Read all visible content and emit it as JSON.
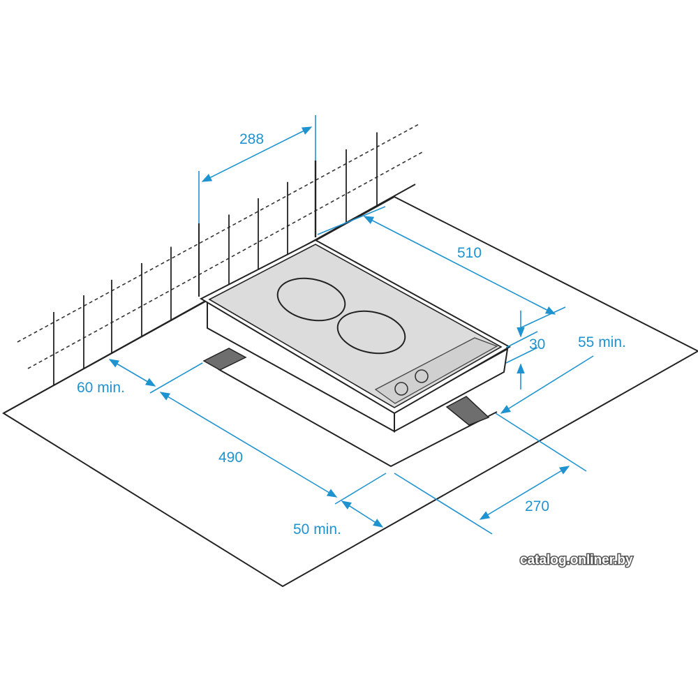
{
  "dimensions": {
    "width_top": "288",
    "depth": "510",
    "thickness": "30",
    "clearance_right": "55 min.",
    "clearance_wall": "60 min.",
    "cutout_length": "490",
    "clearance_front": "50 min.",
    "cutout_width": "270"
  },
  "watermark": "catalog.onliner.by",
  "colors": {
    "dimension": "#1f93d0",
    "glass": "#dcdcdc",
    "shadow": "#6e6e6e"
  }
}
